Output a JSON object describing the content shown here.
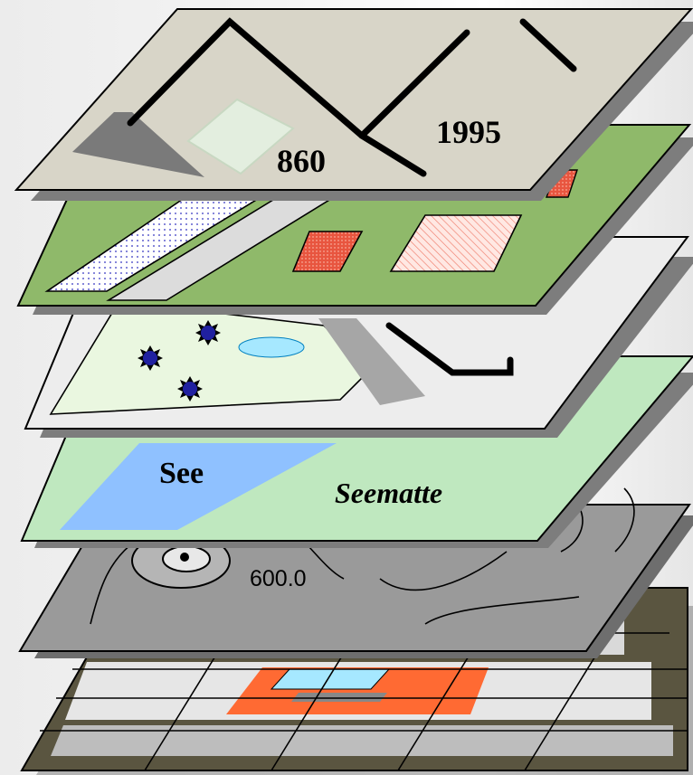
{
  "diagram": {
    "layers": [
      {
        "id": "grid",
        "name": "raster-grid-layer"
      },
      {
        "id": "terrain",
        "name": "terrain-contour-layer",
        "contour_label": "600.0"
      },
      {
        "id": "water",
        "name": "water-wetland-layer",
        "lake_label": "See",
        "marsh_label": "Seematte"
      },
      {
        "id": "vegetation",
        "name": "vegetation-trees-layer"
      },
      {
        "id": "landuse",
        "name": "land-use-parcels-layer"
      },
      {
        "id": "roads",
        "name": "roads-buildings-layer",
        "label_a": "860",
        "label_b": "1995"
      }
    ],
    "colors": {
      "grid_fill": "#5a5540",
      "terrain_fill": "#9a9a9a",
      "water_fill": "#bfe8bf",
      "lake": "#8fc1ff",
      "vegetation_fill": "#ededed",
      "meadow": "#eaf7e0",
      "landuse_fill": "#8fb96a",
      "parcel_red": "#e8553f",
      "roads_fill": "#d8d5c8",
      "tree": "#2020a0",
      "orange": "#ff6a33",
      "cyan": "#a6e8ff"
    }
  }
}
